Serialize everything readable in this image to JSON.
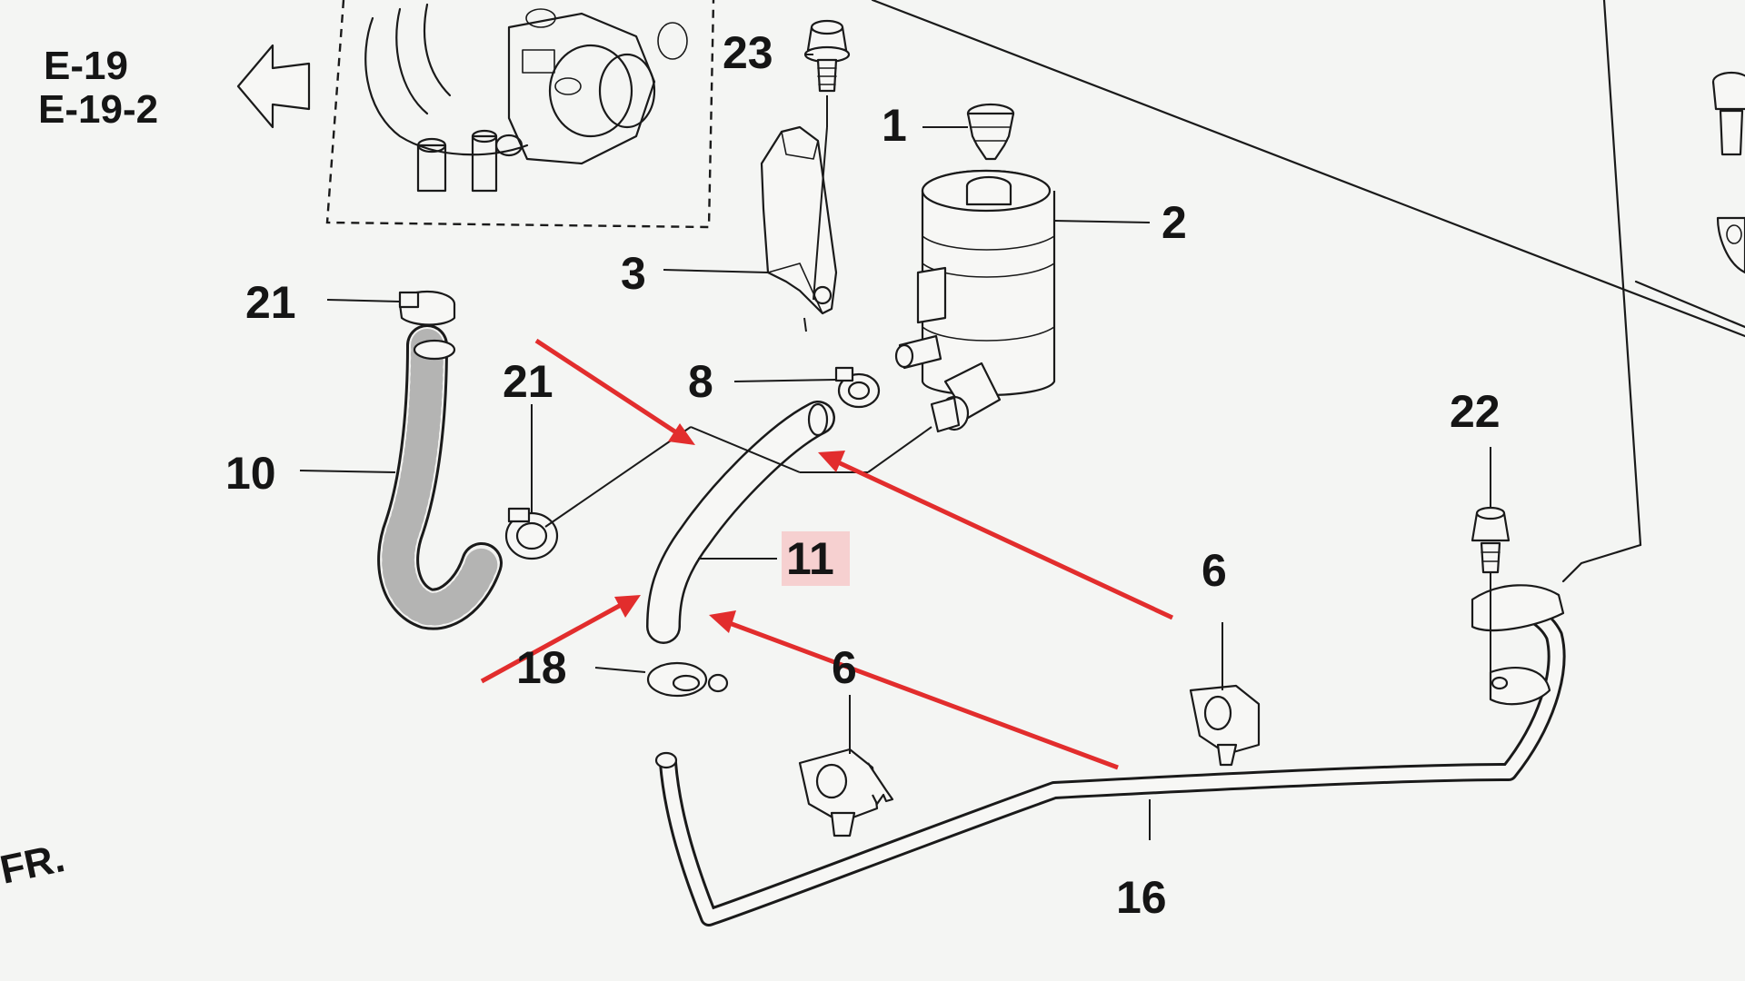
{
  "references": {
    "line1": "E-19",
    "line2": "E-19-2"
  },
  "front_label": "FR.",
  "callouts": [
    {
      "id": "c1",
      "label": "1"
    },
    {
      "id": "c2",
      "label": "2"
    },
    {
      "id": "c3",
      "label": "3"
    },
    {
      "id": "c6a",
      "label": "6"
    },
    {
      "id": "c6b",
      "label": "6"
    },
    {
      "id": "c8",
      "label": "8"
    },
    {
      "id": "c10",
      "label": "10"
    },
    {
      "id": "c11",
      "label": "11"
    },
    {
      "id": "c16",
      "label": "16"
    },
    {
      "id": "c18",
      "label": "18"
    },
    {
      "id": "c21a",
      "label": "21"
    },
    {
      "id": "c21b",
      "label": "21"
    },
    {
      "id": "c22",
      "label": "22"
    },
    {
      "id": "c23",
      "label": "23"
    }
  ],
  "highlighted_part": "11",
  "annotation_color": "#e22d2d",
  "highlight_color": "#f6c9c9"
}
